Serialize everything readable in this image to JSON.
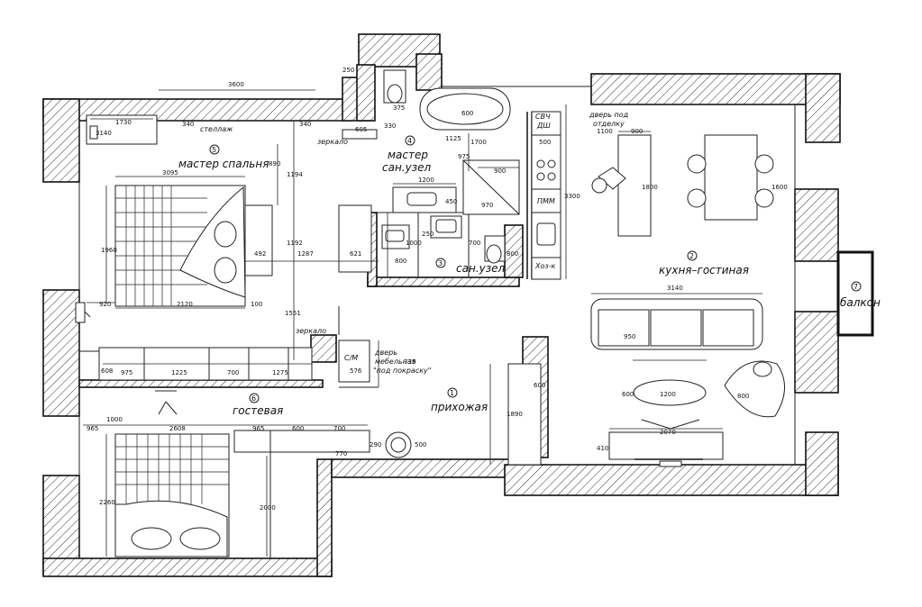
{
  "rooms": {
    "kitchen": {
      "num": "2",
      "name": "кухня–гостиная"
    },
    "balcony": {
      "num": "7",
      "name": "балкон"
    },
    "master_bath": {
      "num": "4",
      "line1": "мастер",
      "line2": "сан.узел"
    },
    "master_bedroom": {
      "num": "5",
      "name": "мастер спальня"
    },
    "bath": {
      "num": "3",
      "name": "сан.узел"
    },
    "hall": {
      "num": "1",
      "name": "прихожая"
    },
    "guest": {
      "num": "6",
      "name": "гостевая"
    }
  },
  "notes": {
    "rack": "стеллаж",
    "mirror1": "зеркало",
    "mirror2": "зеркало",
    "door_paint_1": "дверь под",
    "door_paint_2": "отделку",
    "door_fur_1": "дверь",
    "door_fur_2": "мебельная",
    "door_fur_3": "\"под покраску\"",
    "svch1": "СВЧ",
    "svch2": "ДШ",
    "pmm": "ПММ",
    "hoz": "Хоз-к",
    "sm": "С/М"
  },
  "dimensions": {
    "d3600": "3600",
    "d1730": "1730",
    "d3140": "3140",
    "d340a": "340",
    "d340b": "340",
    "d3095": "3095",
    "d890": "890",
    "d1194": "1194",
    "d1960": "1960",
    "d492": "492",
    "d1192": "1192",
    "d1287": "1287",
    "d621": "621",
    "d2120": "2120",
    "d920": "920",
    "d100a": "100",
    "d1551": "1551",
    "d605": "605",
    "d330": "330",
    "d375": "375",
    "d250": "250",
    "d600a": "600",
    "d1700": "1700",
    "d1125": "1125",
    "d975a": "975",
    "d900a": "900",
    "d1200a": "1200",
    "d450": "450",
    "d970": "970",
    "d250b": "250",
    "d1000": "1000",
    "d800": "800",
    "d700": "700",
    "d800b": "800",
    "d500": "500",
    "d3300": "3300",
    "d1100": "1100",
    "d900b": "900",
    "d1800": "1800",
    "d1600": "1600",
    "d3140b": "3140",
    "d950": "950",
    "d600b": "600",
    "d1200b": "1200",
    "d800c": "800",
    "d2070": "2070",
    "d410": "410",
    "d1890": "1890",
    "d600c": "600",
    "d576": "576",
    "d735": "735",
    "d608": "608",
    "d975b": "975",
    "d1225": "1225",
    "d700b": "700",
    "d1275": "1275",
    "d1000b": "1000",
    "d965": "965",
    "d2608": "2608",
    "d965b": "965",
    "d600d": "600",
    "d700c": "700",
    "d2260": "2260",
    "d2000": "2000",
    "d770": "770",
    "d500b": "500",
    "d290": "290"
  }
}
